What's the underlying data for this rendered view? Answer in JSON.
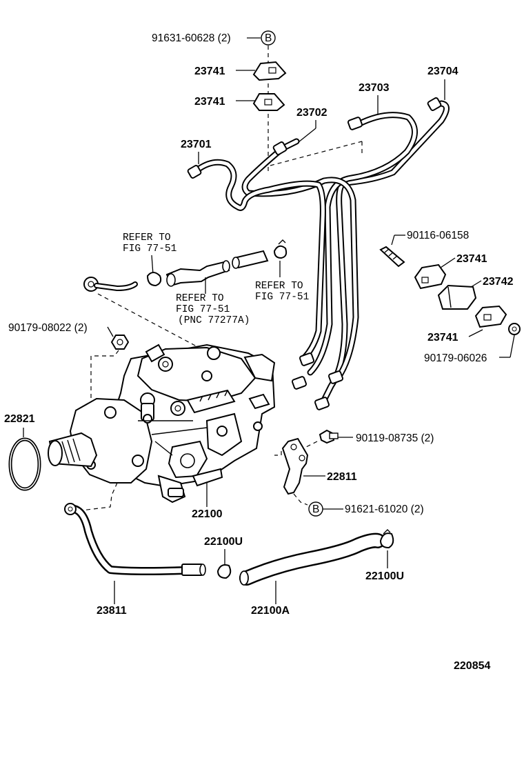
{
  "diagram_id": "220854",
  "callouts": {
    "c_91631": "91631-60628 (2)",
    "c_23741_a": "23741",
    "c_23741_b": "23741",
    "c_23703": "23703",
    "c_23704": "23704",
    "c_23702": "23702",
    "c_23701": "23701",
    "c_90116": "90116-06158",
    "c_23741_c": "23741",
    "c_23742": "23742",
    "c_23741_d": "23741",
    "c_90179_06026": "90179-06026",
    "c_90179_08022": "90179-08022 (2)",
    "c_22821": "22821",
    "c_90119": "90119-08735 (2)",
    "c_22811": "22811",
    "c_91621": "91621-61020 (2)",
    "c_22100": "22100",
    "c_22100U_a": "22100U",
    "c_22100U_b": "22100U",
    "c_23811": "23811",
    "c_22100A": "22100A"
  },
  "refers": {
    "r1_line1": "REFER TO",
    "r1_line2": "FIG 77-51",
    "r2_line1": "REFER TO",
    "r2_line2": "FIG 77-51",
    "r2_line3": "(PNC 77277A)",
    "r3_line1": "REFER TO",
    "r3_line2": "FIG 77-51"
  },
  "markers": {
    "b_top": "B",
    "b_bottom": "B"
  }
}
